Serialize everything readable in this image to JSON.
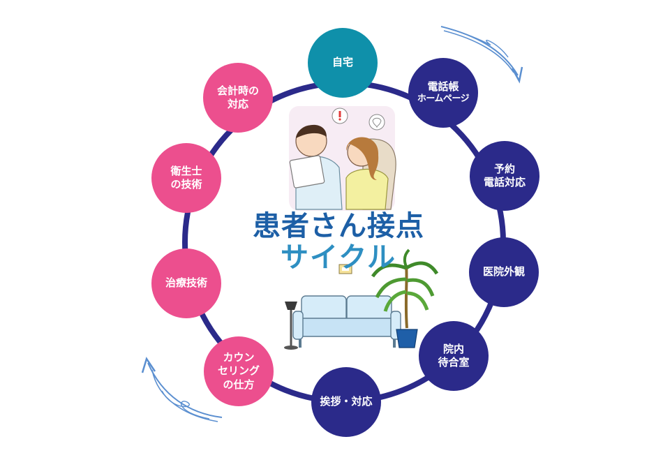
{
  "diagram": {
    "title_line1": "患者さん接点",
    "title_line2": "サイクル",
    "nodes": [
      {
        "id": "home",
        "lines": [
          "自宅"
        ],
        "color": "#0f90aa"
      },
      {
        "id": "phonebook",
        "lines": [
          "電話帳",
          "ホームページ"
        ],
        "color": "#2b2a8a"
      },
      {
        "id": "reservation",
        "lines": [
          "予約",
          "電話対応"
        ],
        "color": "#2b2a8a"
      },
      {
        "id": "exterior",
        "lines": [
          "医院外観"
        ],
        "color": "#2b2a8a"
      },
      {
        "id": "waiting-room",
        "lines": [
          "院内",
          "待合室"
        ],
        "color": "#2b2a8a"
      },
      {
        "id": "greeting",
        "lines": [
          "挨拶・対応"
        ],
        "color": "#2b2a8a"
      },
      {
        "id": "counseling",
        "lines": [
          "カウン",
          "セリング",
          "の仕方"
        ],
        "color": "#ec4f8e"
      },
      {
        "id": "treatment",
        "lines": [
          "治療技術"
        ],
        "color": "#ec4f8e"
      },
      {
        "id": "hygienist",
        "lines": [
          "衛生士",
          "の技術"
        ],
        "color": "#ec4f8e"
      },
      {
        "id": "payment",
        "lines": [
          "会計時の",
          "対応"
        ],
        "color": "#ec4f8e"
      }
    ],
    "colors": {
      "ring": "#2b2a8a",
      "teal": "#0f90aa",
      "navy": "#2b2a8a",
      "pink": "#ec4f8e",
      "arrow": "#5b8fd0"
    }
  }
}
